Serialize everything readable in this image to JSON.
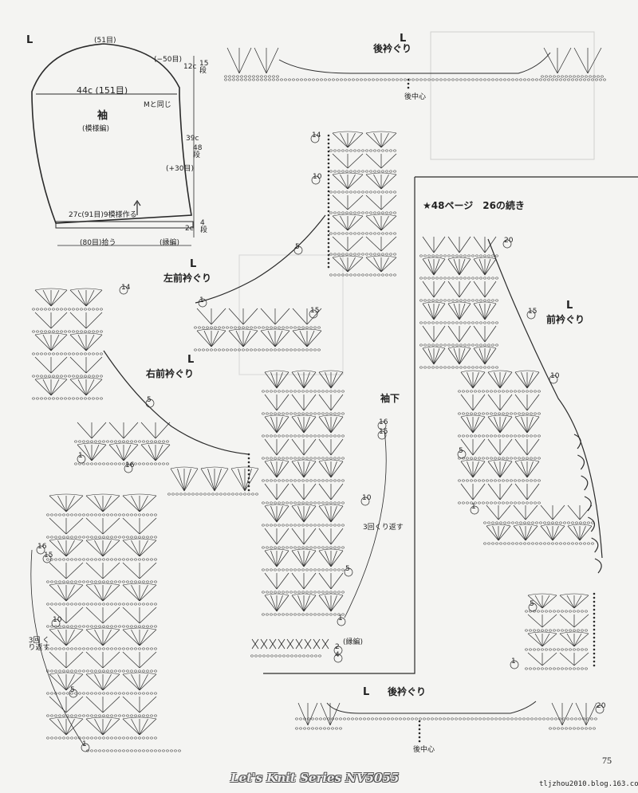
{
  "sleeve": {
    "L": "L",
    "top_count": "(51目)",
    "minus": "(−50目)",
    "side_top": "12c",
    "side_top_rows": "15段",
    "width": "44c (151目)",
    "same_as_M": "Mと同じ",
    "name": "袖",
    "pattern": "(模様編)",
    "side_mid": "39c",
    "side_mid_rows": "48段",
    "plus": "(+30目)",
    "cuff_base": "27c(91目)9模様作る",
    "cuff_h": "2c",
    "cuff_rows": "4段",
    "pick_up": "(80目)拾う",
    "edging": "(縁編)"
  },
  "charts": {
    "back_neck_top": {
      "L": "L",
      "title": "後衿ぐり",
      "center": "後中心"
    },
    "left_front": {
      "L": "L",
      "title": "左前衿ぐり"
    },
    "right_front": {
      "L": "L",
      "title": "右前衿ぐり"
    },
    "sleeve_under": {
      "title": "袖下",
      "repeat": "3回くり返す",
      "edging": "(縁編)"
    },
    "left_repeat": "3回 くり返す",
    "continued": {
      "title": "★48ページ　26の続き",
      "L": "L",
      "front": "前衿ぐり"
    },
    "back_neck_bottom": {
      "L": "L",
      "title": "後衿ぐり",
      "center": "後中心"
    }
  },
  "rows": {
    "r1": "1",
    "r5": "5",
    "r10": "10",
    "r14": "14",
    "r15": "15",
    "r16": "16",
    "r20": "20",
    "r2": "2",
    "r4": "4"
  },
  "footer": {
    "page": "75",
    "series": "Let's Knit Series NV5055",
    "credit": "tljzhou2010.blog.163.com"
  }
}
